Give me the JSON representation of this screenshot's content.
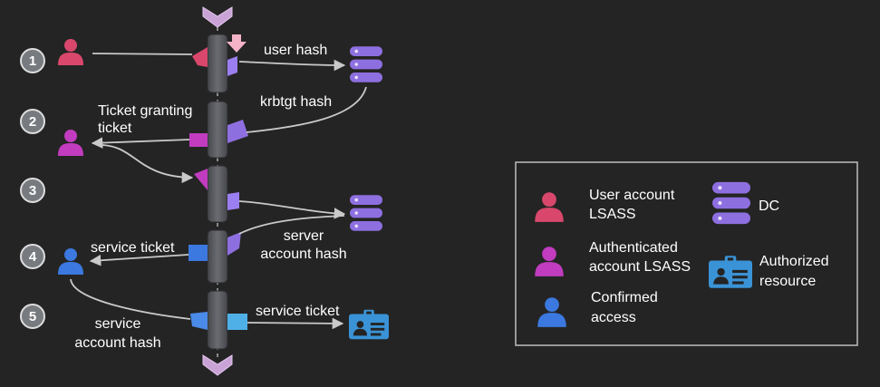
{
  "steps": [
    "1",
    "2",
    "3",
    "4",
    "5"
  ],
  "flow_labels": {
    "user_hash": "user hash",
    "krbtgt_hash": "krbtgt hash",
    "tgt_line1": "Ticket granting",
    "tgt_line2": "ticket",
    "server_hash_line1": "server",
    "server_hash_line2": "account hash",
    "service_ticket_left": "service ticket",
    "service_hash_line1": "service",
    "service_hash_line2": "account hash",
    "service_ticket_right": "service ticket"
  },
  "legend": {
    "user_lsass_line1": "User account",
    "user_lsass_line2": "LSASS",
    "auth_lsass_line1": "Authenticated",
    "auth_lsass_line2": "account LSASS",
    "confirmed_line1": "Confirmed",
    "confirmed_line2": "access",
    "dc": "DC",
    "resource_line1": "Authorized",
    "resource_line2": "resource"
  },
  "colors": {
    "background": "#242424",
    "user": "#d9486c",
    "authenticated": "#c13cbf",
    "confirmed": "#3b78e0",
    "dc": "#8e6fe0",
    "resource": "#3a93d6",
    "pipe": "#5e6066",
    "arrow": "#c9c9c9",
    "down_arrow": "#f5b3c8",
    "chevron": "#c9a3d6"
  },
  "icons": {
    "user": "person-icon",
    "dc": "database-icon",
    "resource": "id-card-icon"
  }
}
